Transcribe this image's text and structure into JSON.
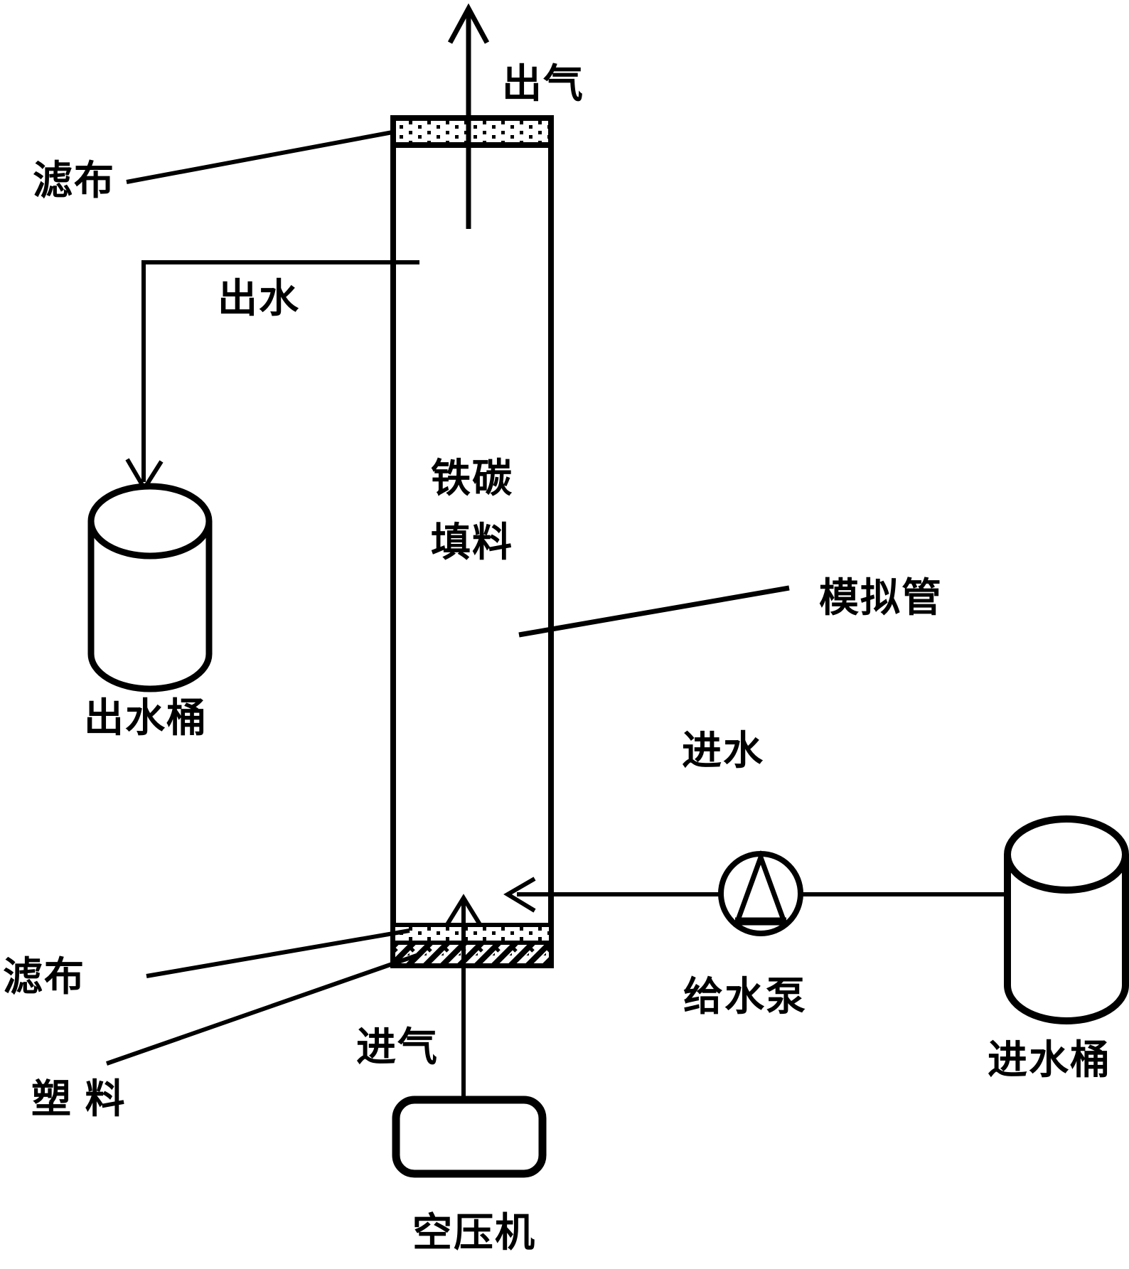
{
  "diagram": {
    "title_hint": "iron-carbon filler simulation column experimental setup",
    "colors": {
      "ink": "#000000",
      "background": "#ffffff"
    },
    "labels": {
      "gas_out": "出气",
      "filter_cloth_top": "滤布",
      "water_out": "出水",
      "water_out_bucket": "出水桶",
      "filler_line1": "铁碳",
      "filler_line2": "填料",
      "simulation_tube": "模拟管",
      "water_in": "进水",
      "feed_pump": "给水泵",
      "water_in_bucket": "进水桶",
      "filter_cloth_bottom": "滤布",
      "plastic": "塑 料",
      "gas_in": "进气",
      "air_compressor": "空压机"
    }
  }
}
